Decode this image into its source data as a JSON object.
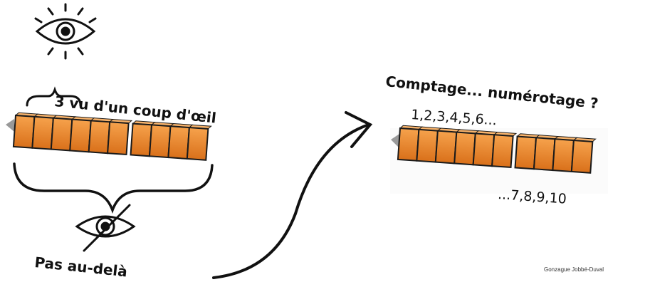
{
  "left_panel": {
    "caption_top": "3 vu d'un coup d'œil",
    "caption_bottom": "Pas au-delà",
    "eye_icon": "eye-icon",
    "crossed_eye_icon": "eye-crossed-icon",
    "groups": [
      6,
      4
    ]
  },
  "right_panel": {
    "caption": "Comptage... numérotage ?",
    "count_first": "1,2,3,4,5,6...",
    "count_second": "...7,8,9,10",
    "groups": [
      6,
      4
    ]
  },
  "credit": "Gonzague Jobbé-Duval",
  "colors": {
    "cube_fill": "#ee8a2a",
    "cube_edge": "#1a1a1a",
    "ink": "#111111"
  }
}
